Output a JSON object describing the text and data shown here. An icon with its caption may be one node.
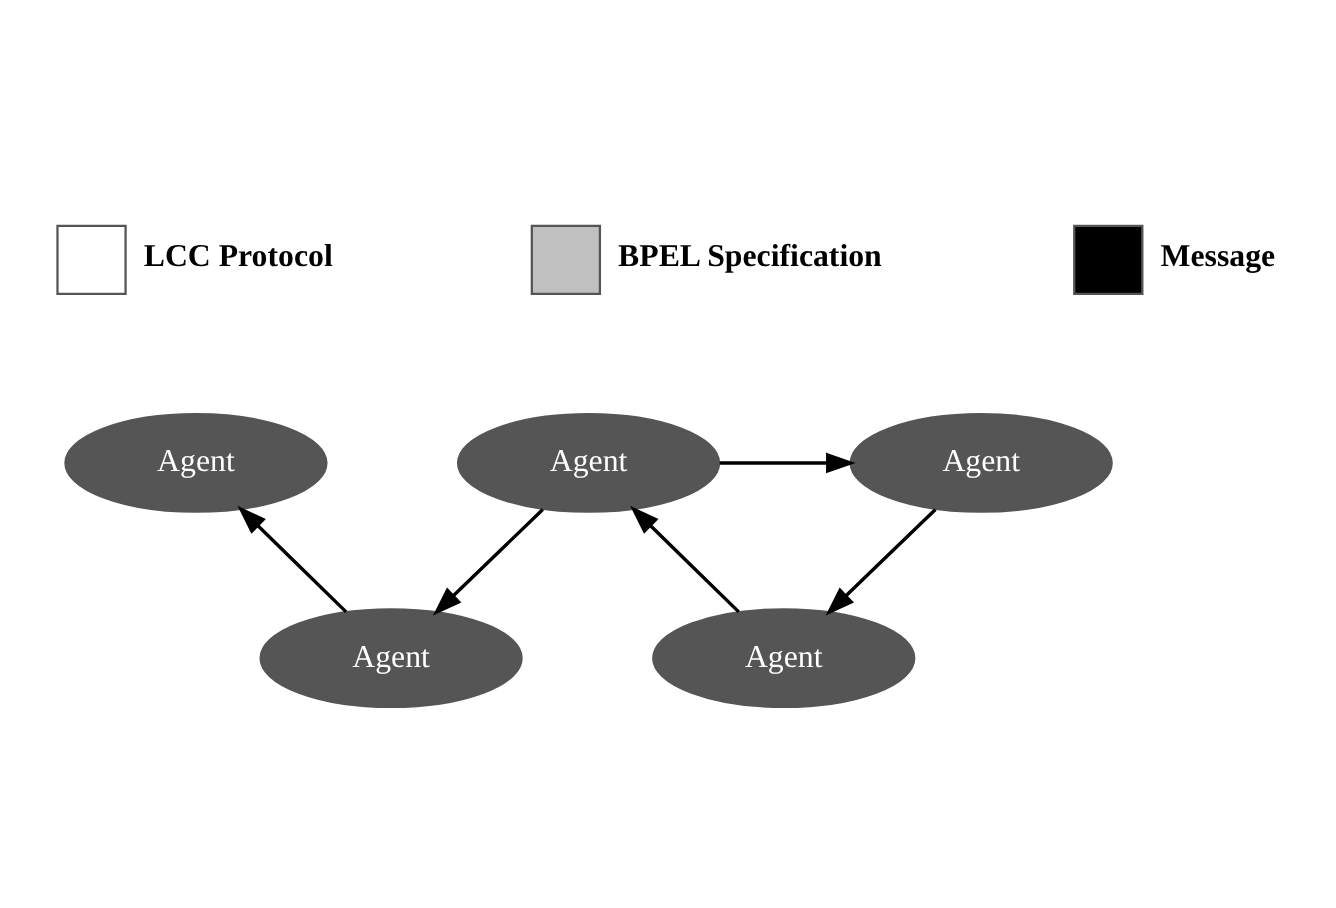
{
  "diagram": {
    "nodes": [
      {
        "text": [
          "Agent"
        ]
      },
      {
        "text": [
          "Agent"
        ]
      },
      {
        "text": [
          "Agent"
        ]
      },
      {
        "text": [
          "Agent"
        ]
      },
      {
        "text": [
          "Agent"
        ]
      }
    ],
    "edges": [
      {
        "from": 1,
        "to": 2,
        "arrow": "to"
      },
      {
        "from": 1,
        "to": 3,
        "arrow": "to"
      },
      {
        "from": 3,
        "to": 0,
        "arrow": "to"
      },
      {
        "from": 2,
        "to": 4,
        "arrow": "to"
      },
      {
        "from": 4,
        "to": 1,
        "arrow": "to"
      }
    ],
    "legend": [
      {
        "text": "LCC Protocol",
        "color": "#ffffff"
      },
      {
        "text": "BPEL Specification",
        "color": "#c0c0c0"
      },
      {
        "text": "Message",
        "color": "#000000"
      }
    ]
  }
}
